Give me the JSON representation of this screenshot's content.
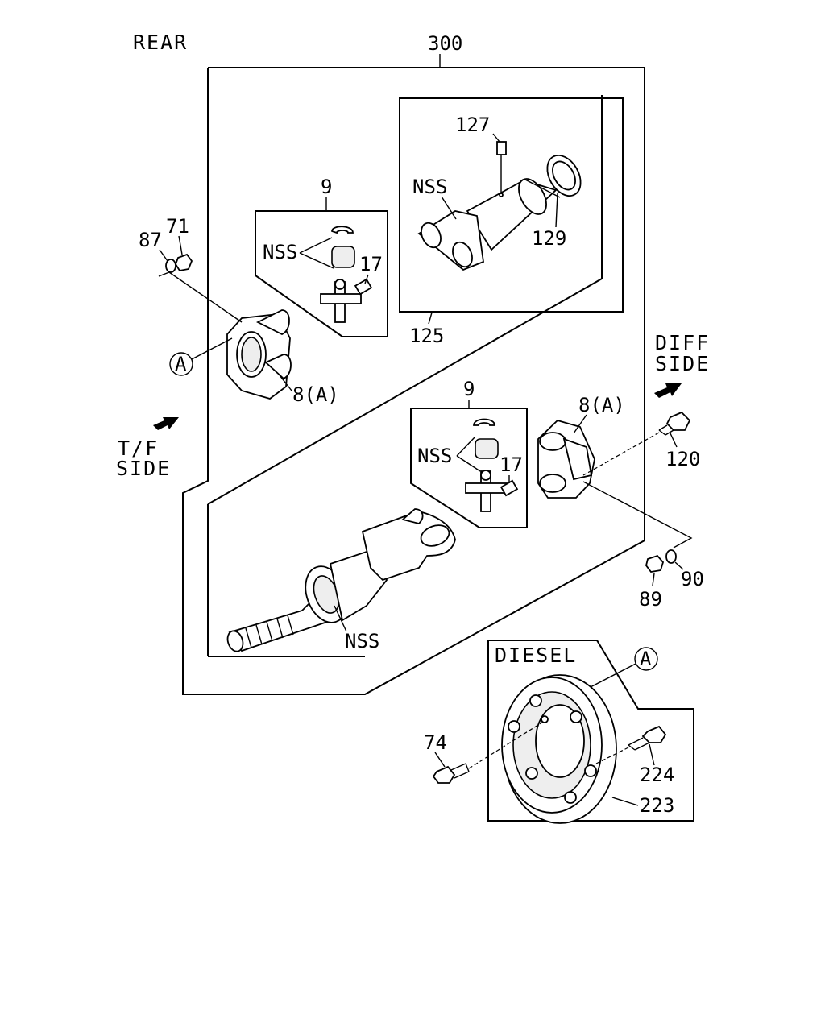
{
  "labels": {
    "rear": "REAR",
    "assembly": "300",
    "tf_side_1": "T/F",
    "tf_side_2": "SIDE",
    "diff_side_1": "DIFF",
    "diff_side_2": "SIDE",
    "diesel": "DIESEL",
    "ref_a": "A",
    "nss": "NSS"
  },
  "parts": {
    "p87": "87",
    "p71": "71",
    "p9": "9",
    "p17": "17",
    "p8a": "8(A)",
    "p127": "127",
    "p129": "129",
    "p125": "125",
    "p120": "120",
    "p89": "89",
    "p90": "90",
    "p74": "74",
    "p224": "224",
    "p223": "223"
  }
}
